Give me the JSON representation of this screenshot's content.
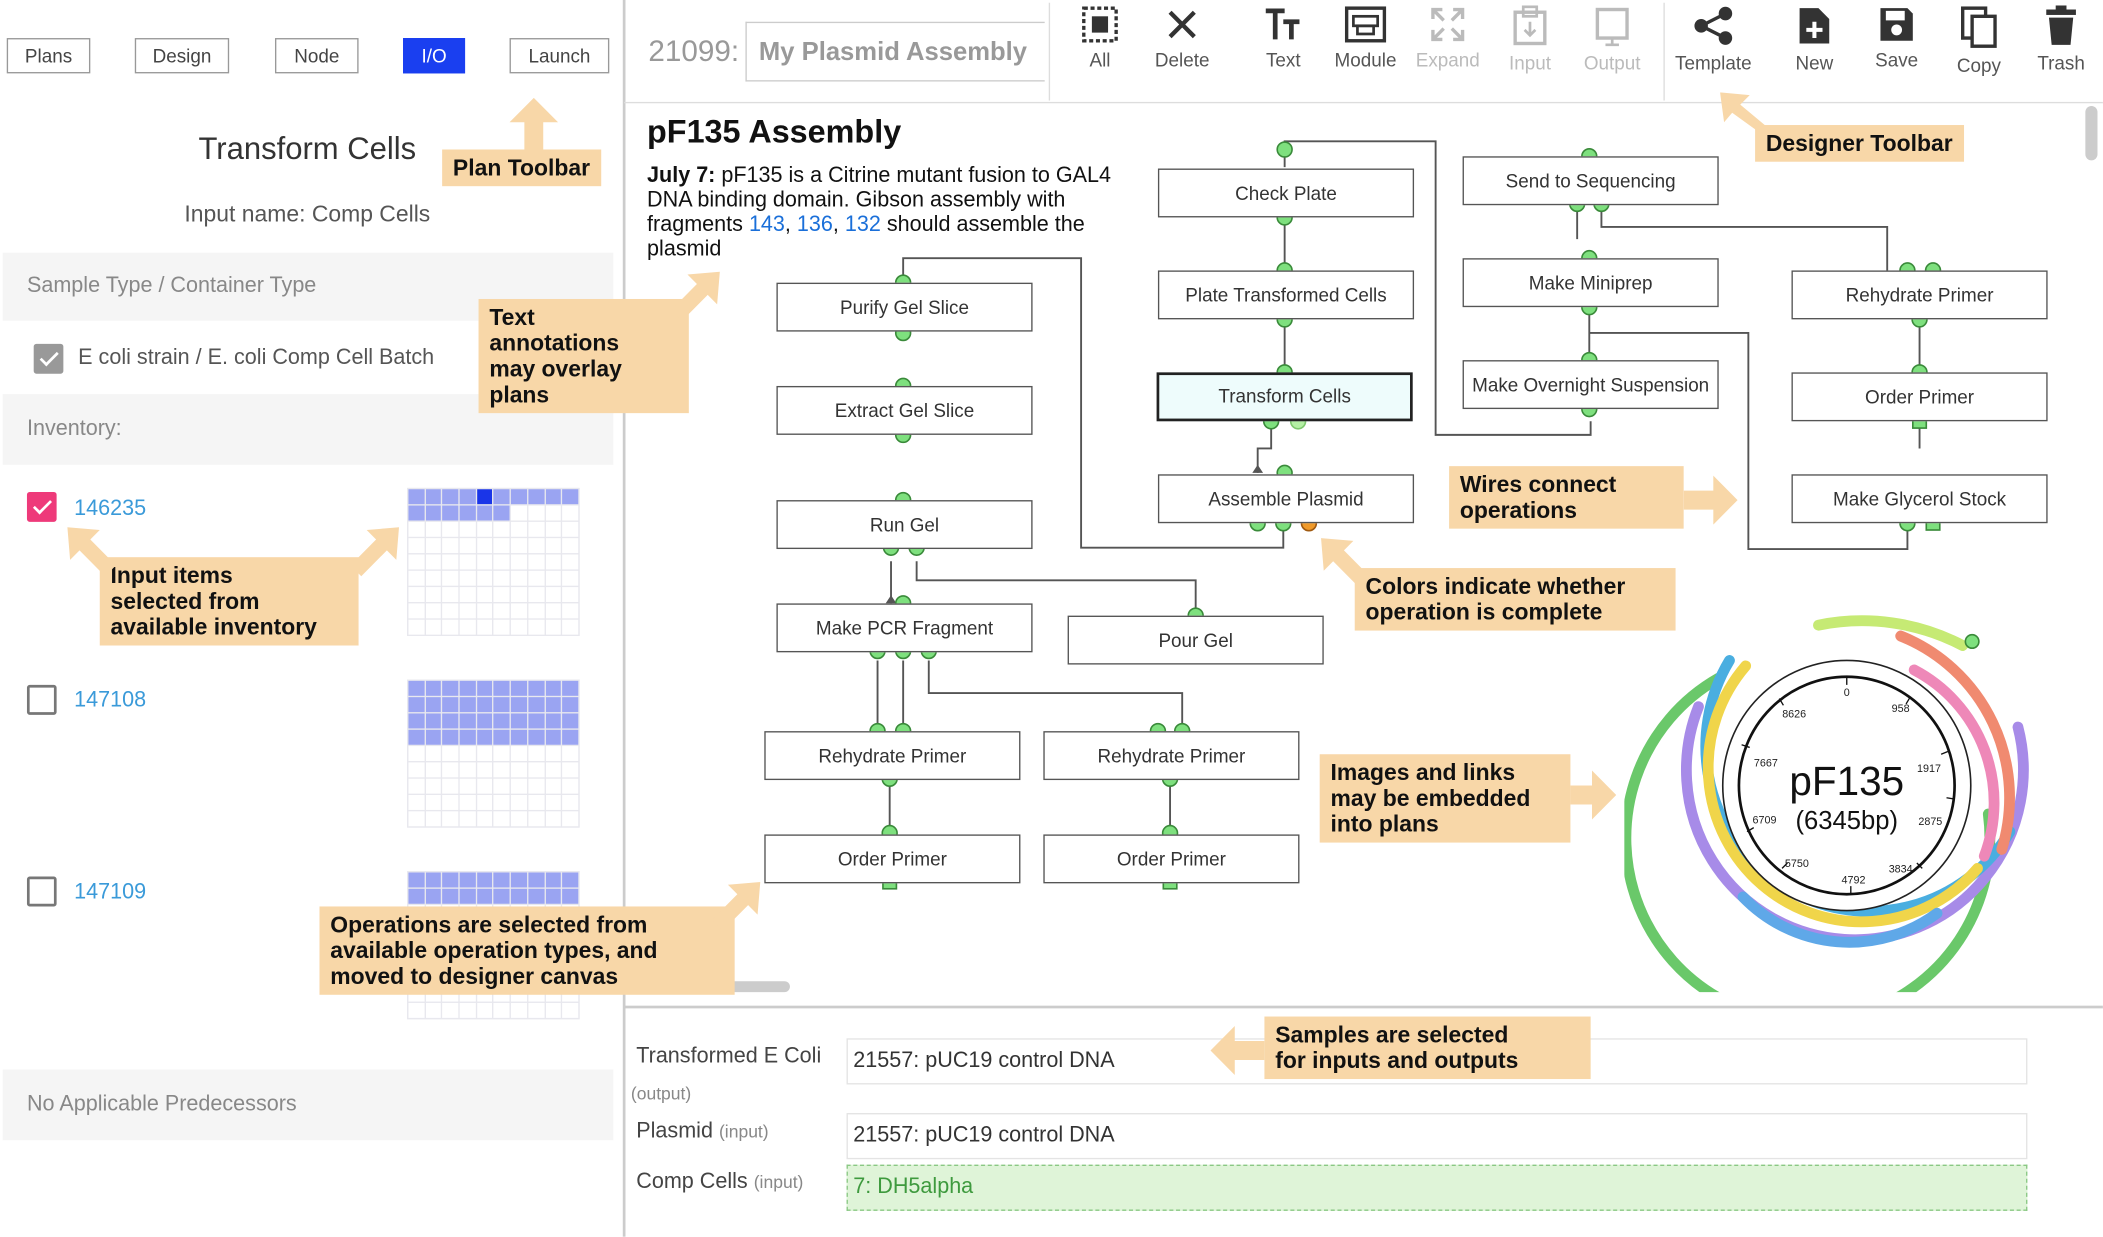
{
  "plan_toolbar": {
    "buttons": [
      "Plans",
      "Design",
      "Node",
      "I/O",
      "Launch"
    ],
    "active": "I/O"
  },
  "left_panel": {
    "title": "Transform Cells",
    "input_name": "Input name: Comp Cells",
    "sample_type_header": "Sample Type / Container Type",
    "sample_type_value": "E coli strain / E. coli Comp Cell Batch",
    "inventory_label": "Inventory:",
    "inventory_items": [
      {
        "id": "146235",
        "checked": true
      },
      {
        "id": "147108",
        "checked": false
      },
      {
        "id": "147109",
        "checked": false
      }
    ],
    "no_predecessors": "No Applicable Predecessors"
  },
  "designer": {
    "plan_id": "21099:",
    "plan_name": "My Plasmid Assembly",
    "tools": [
      {
        "label": "All",
        "icon": "select-all-icon",
        "enabled": true
      },
      {
        "label": "Delete",
        "icon": "close-icon",
        "enabled": true
      },
      {
        "label": "Text",
        "icon": "text-icon",
        "enabled": true
      },
      {
        "label": "Module",
        "icon": "module-icon",
        "enabled": true
      },
      {
        "label": "Expand",
        "icon": "expand-icon",
        "enabled": false
      },
      {
        "label": "Input",
        "icon": "input-icon",
        "enabled": false
      },
      {
        "label": "Output",
        "icon": "output-icon",
        "enabled": false
      },
      {
        "label": "Template",
        "icon": "share-icon",
        "enabled": true
      },
      {
        "label": "New",
        "icon": "new-file-icon",
        "enabled": true
      },
      {
        "label": "Save",
        "icon": "save-icon",
        "enabled": true
      },
      {
        "label": "Copy",
        "icon": "copy-icon",
        "enabled": true
      },
      {
        "label": "Trash",
        "icon": "trash-icon",
        "enabled": true
      }
    ]
  },
  "canvas": {
    "heading": "pF135 Assembly",
    "text_annotation": {
      "date": "July 7:",
      "body": "pF135 is a Citrine mutant fusion to GAL4 DNA binding domain. Gibson assembly with fragments",
      "links": [
        "143",
        "136",
        "132"
      ],
      "tail": "should assemble the plasmid"
    },
    "operations": [
      "Purify Gel Slice",
      "Extract Gel Slice",
      "Run Gel",
      "Make PCR Fragment",
      "Pour Gel",
      "Rehydrate Primer",
      "Order Primer",
      "Rehydrate Primer",
      "Order Primer",
      "Check Plate",
      "Plate Transformed Cells",
      "Transform Cells",
      "Assemble Plasmid",
      "Send to Sequencing",
      "Make Miniprep",
      "Make Overnight Suspension",
      "Rehydrate Primer",
      "Order Primer",
      "Make Glycerol Stock"
    ],
    "selected_operation": "Transform Cells",
    "plasmid_map": {
      "name": "pF135",
      "size": "(6345bp)",
      "ticks": [
        "0",
        "958",
        "1917",
        "2875",
        "3834",
        "4792",
        "5750",
        "6709",
        "7667",
        "8626"
      ]
    }
  },
  "io_form": {
    "rows": [
      {
        "label": "Transformed E Coli",
        "role": "(output)",
        "value": "21557: pUC19 control DNA"
      },
      {
        "label": "Plasmid",
        "role": "(input)",
        "value": "21557: pUC19 control DNA"
      },
      {
        "label": "Comp Cells",
        "role": "(input)",
        "value": "7: DH5alpha"
      }
    ]
  },
  "annotations": {
    "plan_toolbar": "Plan Toolbar",
    "designer_toolbar": "Designer Toolbar",
    "text_overlay": [
      "Text",
      "annotations",
      "may overlay",
      "plans"
    ],
    "input_items": [
      "Input items",
      "selected from",
      "available inventory"
    ],
    "wires": [
      "Wires connect",
      "operations"
    ],
    "colors": [
      "Colors indicate whether",
      "operation is complete"
    ],
    "images": [
      "Images and links",
      "may be embedded",
      "into plans"
    ],
    "operations": [
      "Operations are selected from",
      "available operation types, and",
      "moved to designer canvas"
    ],
    "samples": [
      "Samples are selected",
      "for inputs and outputs"
    ]
  },
  "colors": {
    "accent": "#1a3ff0",
    "annotation_bg": "#f8d7a8",
    "node_done": "#7ee07e",
    "node_pending": "#f09a2a",
    "link": "#3a9ad9"
  }
}
